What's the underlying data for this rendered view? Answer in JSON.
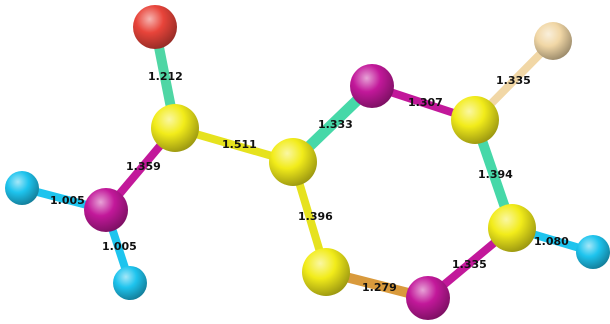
{
  "colors": {
    "background": "#ffffff",
    "atom_oxygen": "#e8443a",
    "atom_carbon": "#f2ec1a",
    "atom_nitrogen": "#c2189a",
    "atom_hydrogen": "#1ec4ee",
    "atom_fluorine": "#f1d7a6",
    "bond_carbon": "#e6e21e",
    "bond_nitrogen": "#c2189a",
    "bond_hydrogen": "#1ec4ee",
    "bond_oxygen": "#4fd6a4",
    "bond_aromatic": "#46d8a8",
    "bond_cs": "#e6e21e",
    "bond_orange": "#d99a3c",
    "bond_fluorine": "#f1d7a6"
  },
  "molecule": {
    "atoms": [
      {
        "id": "O1",
        "element": "oxygen"
      },
      {
        "id": "C1",
        "element": "carbon"
      },
      {
        "id": "N1",
        "element": "nitrogen"
      },
      {
        "id": "H1",
        "element": "hydrogen"
      },
      {
        "id": "H2",
        "element": "hydrogen"
      },
      {
        "id": "C2",
        "element": "carbon"
      },
      {
        "id": "N2",
        "element": "nitrogen"
      },
      {
        "id": "C3",
        "element": "carbon"
      },
      {
        "id": "F1",
        "element": "fluorine"
      },
      {
        "id": "C4",
        "element": "carbon"
      },
      {
        "id": "H3",
        "element": "hydrogen"
      },
      {
        "id": "N3",
        "element": "nitrogen"
      },
      {
        "id": "S1",
        "element": "carbon"
      }
    ],
    "bond_labels": {
      "o1_c1": "1.212",
      "c1_c2": "1.511",
      "c1_n1": "1.359",
      "n1_h1": "1.005",
      "n1_h2": "1.005",
      "c2_n2": "1.333",
      "n2_c3": "1.307",
      "c3_f1": "1.335",
      "c3_c4": "1.394",
      "c2_s1": "1.396",
      "c4_h3": "1.080",
      "c4_n3": "1.335",
      "s1_n3": "1.279"
    }
  }
}
